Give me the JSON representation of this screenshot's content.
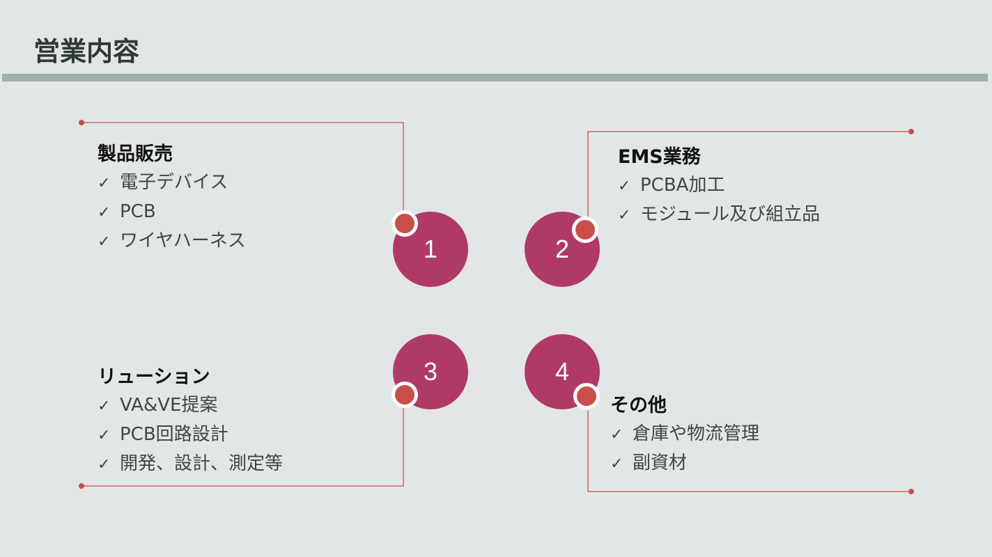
{
  "page": {
    "title": "営業内容"
  },
  "colors": {
    "background": "#e2e6e6",
    "title_bar": "#9fb0b0",
    "title_text": "#2e3a36",
    "circle": "#b03a66",
    "marker": "#c84f4a",
    "connector": "#c84f4a",
    "item_text": "#444444"
  },
  "check_icon": "checkmark-icon",
  "check_glyph": "✓",
  "sections": [
    {
      "number": "1",
      "title": "製品販売",
      "items": [
        "電子デバイス",
        "PCB",
        "ワイヤハーネス"
      ]
    },
    {
      "number": "2",
      "title": "EMS業務",
      "items": [
        "PCBA加工",
        "モジュール及び組立品"
      ]
    },
    {
      "number": "3",
      "title": "リューション",
      "items": [
        "VA&VE提案",
        "PCB回路設計",
        "開発、設計、測定等"
      ]
    },
    {
      "number": "4",
      "title": "その他",
      "items": [
        "倉庫や物流管理",
        "副資材"
      ]
    }
  ]
}
